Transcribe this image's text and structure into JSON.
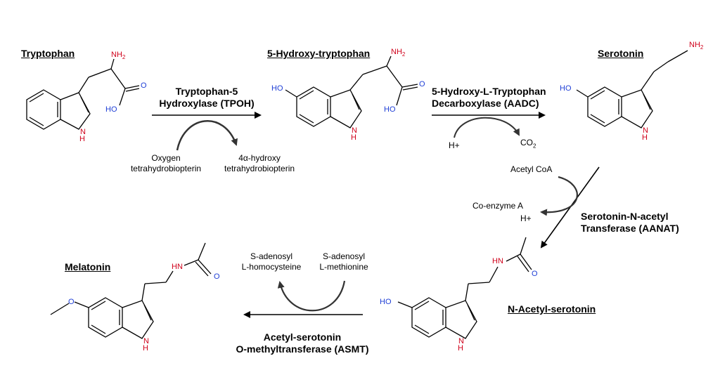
{
  "compounds": {
    "tryptophan": "Tryptophan",
    "hydroxytryptophan": "5-Hydroxy-tryptophan",
    "serotonin": "Serotonin",
    "n_acetyl_serotonin": "N-Acetyl-serotonin",
    "melatonin": "Melatonin"
  },
  "enzymes": {
    "tpoh_line1": "Tryptophan-5",
    "tpoh_line2": "Hydroxylase (TPOH)",
    "aadc_line1": "5-Hydroxy-L-Tryptophan",
    "aadc_line2": "Decarboxylase (AADC)",
    "aanat_line1": "Serotonin-N-acetyl",
    "aanat_line2": "Transferase (AANAT)",
    "asmt_line1": "Acetyl-serotonin",
    "asmt_line2": "O-methyltransferase (ASMT)"
  },
  "cofactors": {
    "oxygen_1": "Oxygen",
    "oxygen_2": "tetrahydrobiopterin",
    "hydroxy_1": "4α-hydroxy",
    "hydroxy_2": "tetrahydrobiopterin",
    "h_plus": "H+",
    "co2": "CO",
    "co2_sub": "2",
    "acetyl_coa": "Acetyl CoA",
    "coenzyme_a": "Co-enzyme A",
    "h_plus_2": "H+",
    "sah_1": "S-adenosyl",
    "sah_2": "L-homocysteine",
    "sam_1": "S-adenosyl",
    "sam_2": "L-methionine"
  },
  "atoms": {
    "nh2": "NH",
    "nh2_sub": "2",
    "o": "O",
    "ho": "HO",
    "n": "N",
    "h": "H",
    "hn": "HN"
  },
  "colors": {
    "nitrogen": "#d0021b",
    "oxygen": "#1f3fd6",
    "arrow_grey": "#777777"
  }
}
